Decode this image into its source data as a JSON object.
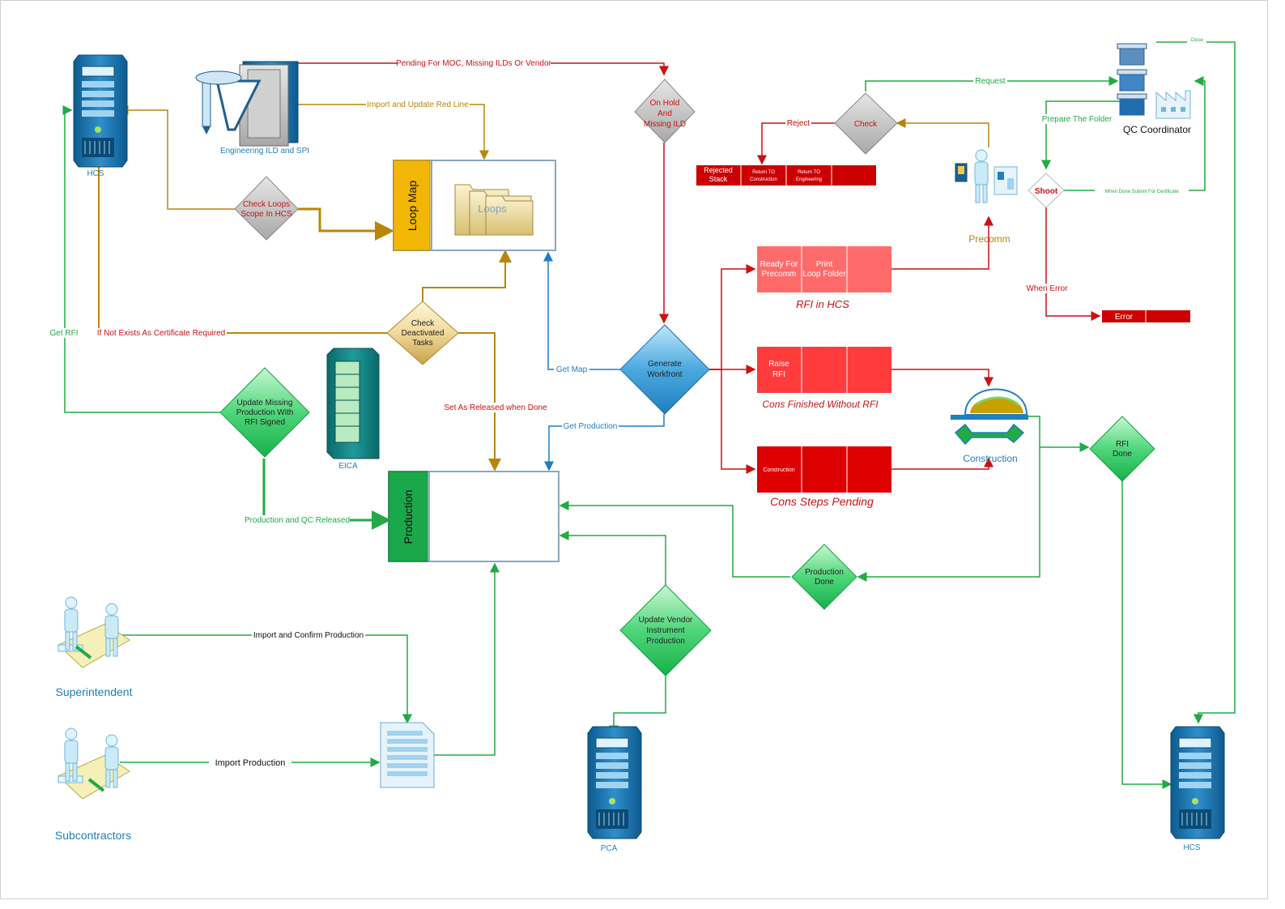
{
  "colors": {
    "green": "#22aa44",
    "red": "#cc1111",
    "brown": "#b8860b",
    "blue": "#1f7fbf"
  },
  "servers": {
    "hcs_top": "HCS",
    "eica": "EICA",
    "pca": "PCA",
    "hcs_bottom": "HCS"
  },
  "engineering_label": "Engineering ILD and SPI",
  "loop_map": {
    "title": "Loop Map",
    "folder": "Loops"
  },
  "production_box": {
    "title": "Production"
  },
  "diamonds": {
    "check_loops": [
      "Check Loops",
      "Scope In HCS"
    ],
    "check_deactivated": [
      "Check",
      "Deactivated",
      "Tasks"
    ],
    "update_missing": [
      "Update Missing",
      "Production With",
      "RFI Signed"
    ],
    "on_hold": [
      "On Hold",
      "And",
      "Missing ILD"
    ],
    "generate_workfront": [
      "Generate",
      "Workfront"
    ],
    "check": [
      "Check"
    ],
    "shoot": [
      "Shoot"
    ],
    "rfi_done": [
      "RFI",
      "Done"
    ],
    "production_done": [
      "Production",
      "Done"
    ],
    "update_vendor": [
      "Update Vendor",
      "Instrument",
      "Production"
    ]
  },
  "edges": {
    "pending_moc": "Pending For MOC, Missing ILDs Or Vendor",
    "import_red_line": "Import and Update Red Line",
    "get_rfi": "Get RFI",
    "if_not_exists": "If Not Exists As Certificate Required",
    "set_released": "Set As Released when Done",
    "get_map": "Get Map",
    "get_production": "Get Production",
    "prod_qc_released": "Production and QC Released",
    "import_confirm": "Import and Confirm Production",
    "import_production": "Import Production",
    "request": "Request",
    "reject": "Reject",
    "prepare_folder": "Prepare The Folder",
    "when_done_submit": "When Done Submit For Certificate",
    "when_error": "When Error",
    "close": "Close"
  },
  "rejected_stack": [
    "Rejected Stack",
    "Return TO Construction",
    "Return TO Engineering"
  ],
  "rfi_in_hcs": {
    "cells": [
      "Ready For Precomm",
      "Print Loop Folder"
    ],
    "caption": "RFI in HCS"
  },
  "cons_finished": {
    "cells": [
      "Raise RFI"
    ],
    "caption": "Cons Finished Without RFI"
  },
  "cons_pending": {
    "cells": [
      "Construction"
    ],
    "caption": "Cons Steps Pending"
  },
  "error_label": "Error",
  "roles": {
    "precomm": "Precomm",
    "qc": "QC Coordinator",
    "construction": "Construction",
    "superintendent": "Superintendent",
    "subcontractors": "Subcontractors"
  }
}
